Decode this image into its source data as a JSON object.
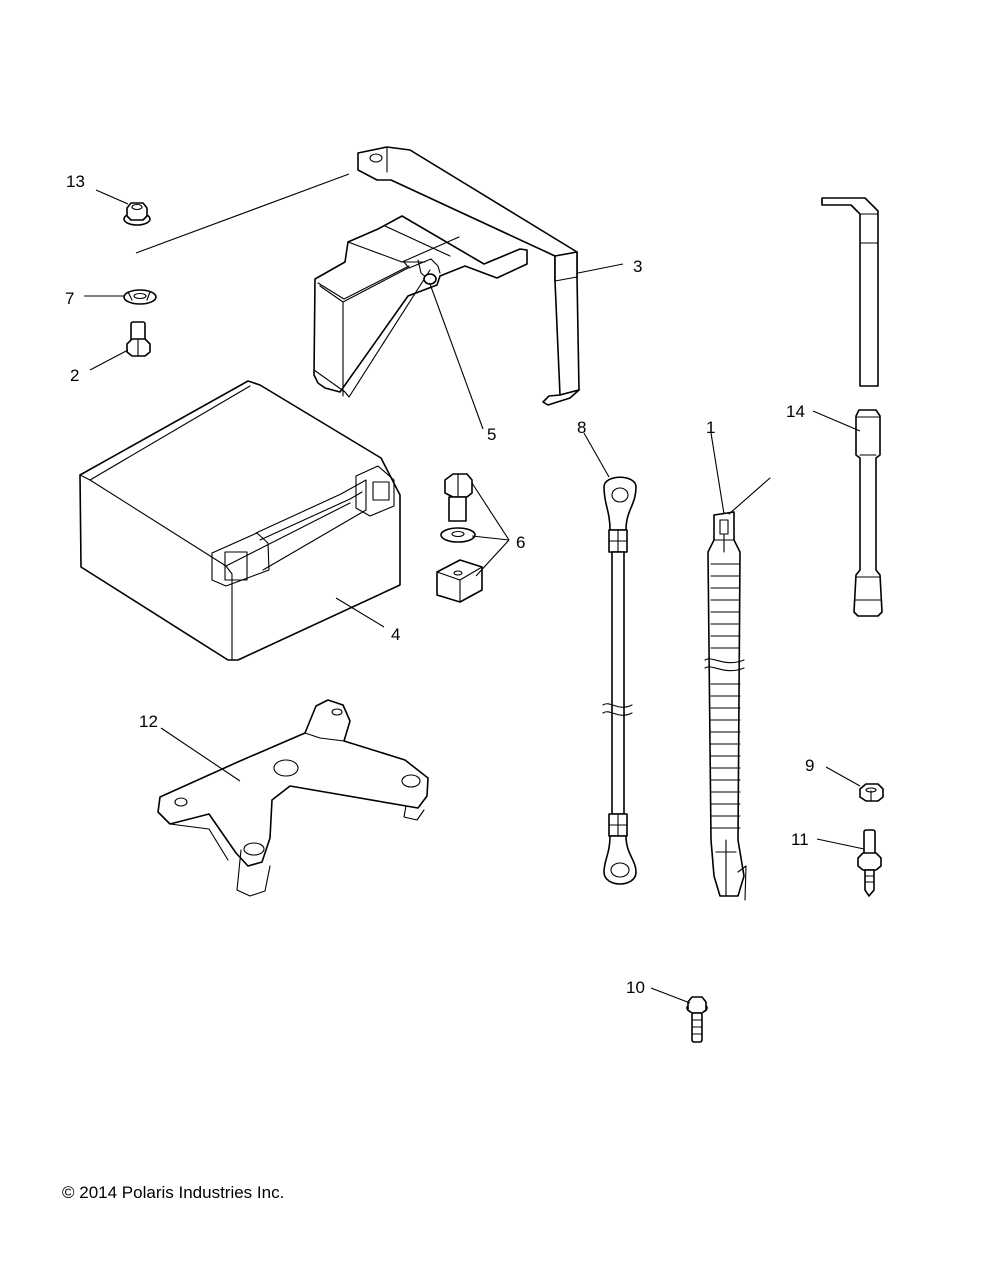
{
  "callouts": {
    "c1": "1",
    "c2": "2",
    "c3": "3",
    "c4": "4",
    "c5": "5",
    "c6": "6",
    "c7": "7",
    "c8": "8",
    "c9": "9",
    "c10": "10",
    "c11": "11",
    "c12": "12",
    "c13": "13",
    "c14": "14"
  },
  "copyright": "© 2014 Polaris Industries Inc."
}
